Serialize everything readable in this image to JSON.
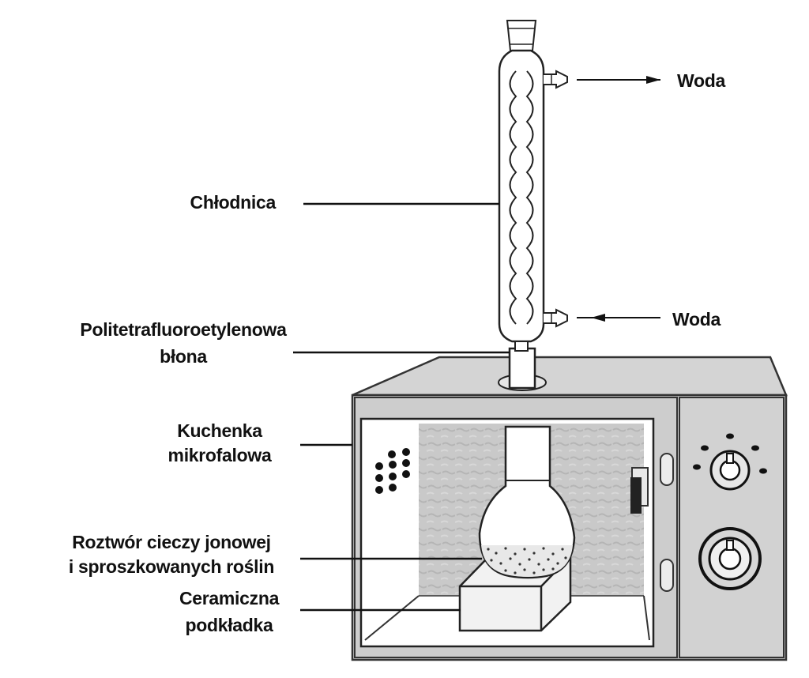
{
  "labels": {
    "condenser": "Chłodnica",
    "water_out": "Woda",
    "water_in": "Woda",
    "membrane_line1": "Politetrafluoroetylenowa",
    "membrane_line2": "błona",
    "oven_line1": "Kuchenka",
    "oven_line2": "mikrofalowa",
    "solution_line1": "Roztwór cieczy jonowej",
    "solution_line2": "i sproszkowanych roślin",
    "pad_line1": "Ceramiczna",
    "pad_line2": "podkładka"
  }
}
